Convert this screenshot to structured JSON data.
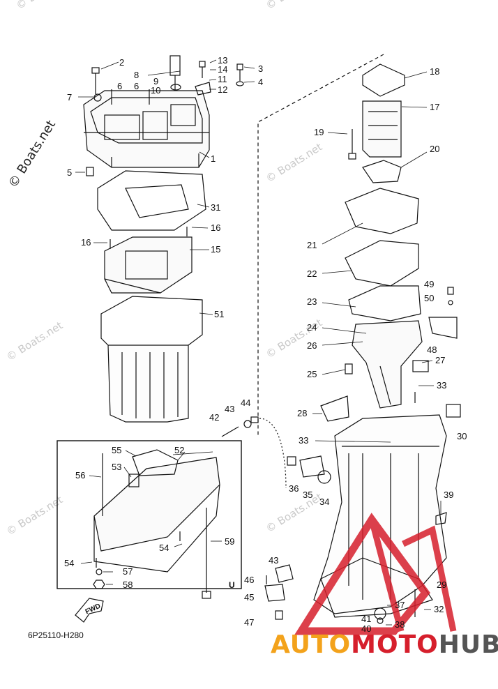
{
  "watermarks": [
    "© Boats.net",
    "© Boats.net",
    "© Boats.net",
    "© Boats.net",
    "© Boats.net",
    "© Boats.net",
    "© Boats.net",
    "© Boats.net"
  ],
  "diagram_code": "6P25110-H280",
  "brand": {
    "part1": "AUTO",
    "part2": "MOTO",
    "part3": "HUB"
  },
  "inset_mark": "U",
  "fwd_label": "FWD",
  "callouts": [
    "2",
    "8",
    "9",
    "10",
    "13",
    "14",
    "11",
    "12",
    "3",
    "4",
    "7",
    "6",
    "6",
    "1",
    "5",
    "31",
    "16",
    "16",
    "15",
    "51",
    "18",
    "17",
    "19",
    "20",
    "21",
    "22",
    "49",
    "50",
    "23",
    "24",
    "26",
    "48",
    "27",
    "25",
    "33",
    "28",
    "30",
    "42",
    "43",
    "44",
    "33",
    "55",
    "52",
    "53",
    "56",
    "36",
    "35",
    "34",
    "39",
    "54",
    "59",
    "54",
    "57",
    "58",
    "46",
    "45",
    "47",
    "43",
    "29",
    "37",
    "41",
    "38",
    "40",
    "32"
  ],
  "colors": {
    "line": "#111111",
    "watermark": "#c9c9c9",
    "logo_red": "#d61f2c",
    "logo_orange": "#f3a21b"
  }
}
